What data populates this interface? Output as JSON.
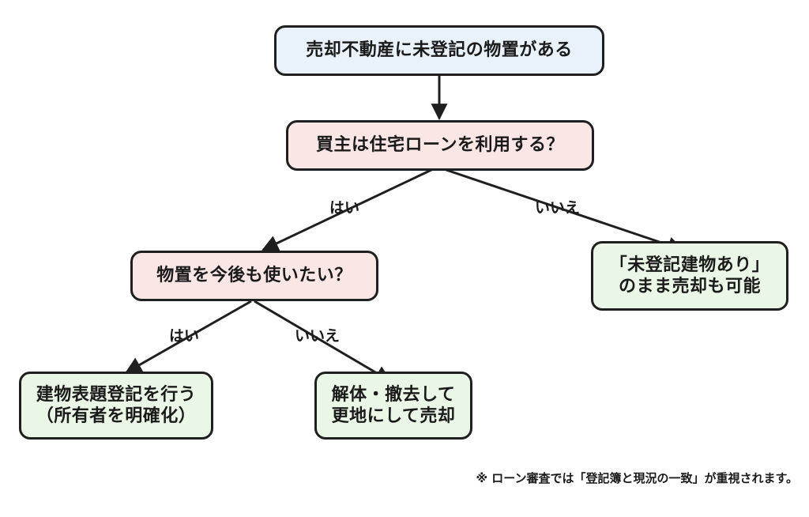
{
  "nodes": {
    "start": "売却不動産に未登記の物置がある",
    "q_loan": "買主は住宅ローンを利用する？",
    "q_use": "物置を今後も使いたい？",
    "sell_as_is_line1": "「未登記建物あり」",
    "sell_as_is_line2": "のまま売却も可能",
    "register_line1": "建物表題登記を行う",
    "register_line2": "（所有者を明確化）",
    "demolish_line1": "解体・撤去して",
    "demolish_line2": "更地にして売却"
  },
  "edges": {
    "loan_yes": "はい",
    "loan_no": "いいえ",
    "use_yes": "はい",
    "use_no": "いいえ"
  },
  "footnote": "※ ローン審査では「登記簿と現況の一致」が重視されます。",
  "colors": {
    "start_fill": "#e9f1fb",
    "question_fill": "#fbe6e6",
    "outcome_fill": "#eaf6e6",
    "line": "#1f1f1f"
  }
}
